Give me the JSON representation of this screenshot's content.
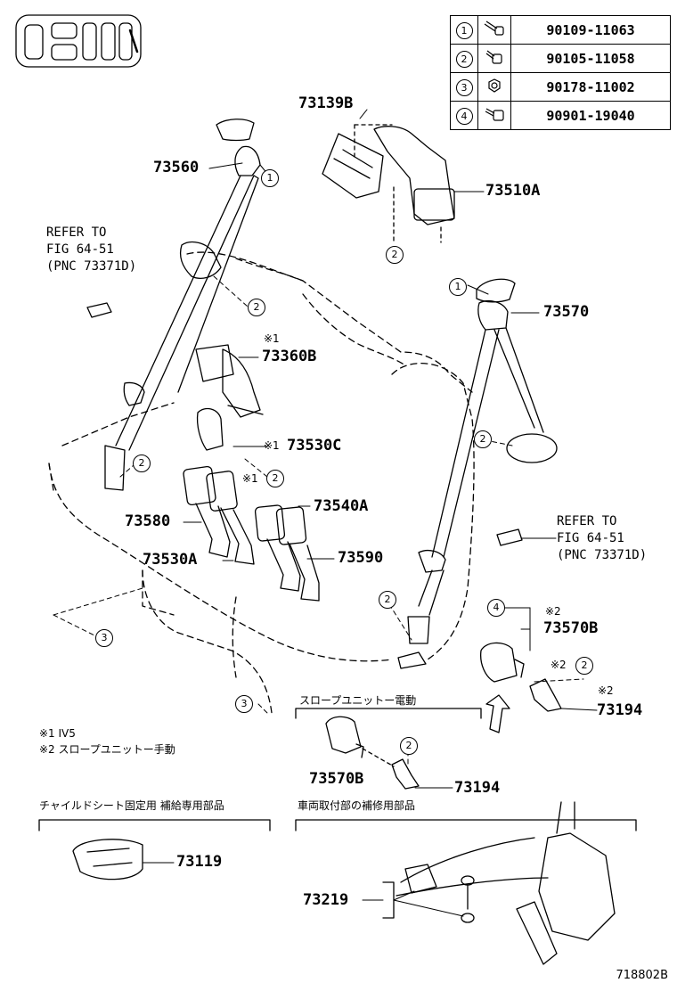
{
  "legend": [
    {
      "num": "1",
      "part_no": "90109-11063",
      "icon": "bolt-icon"
    },
    {
      "num": "2",
      "part_no": "90105-11058",
      "icon": "bolt-icon"
    },
    {
      "num": "3",
      "part_no": "90178-11002",
      "icon": "nut-icon"
    },
    {
      "num": "4",
      "part_no": "90901-19040",
      "icon": "bolt-icon"
    }
  ],
  "labels": {
    "p73139B": "73139B",
    "p73560": "73560",
    "p73510A": "73510A",
    "p73570": "73570",
    "p73360B": "73360B",
    "p73530C": "73530C",
    "p73580": "73580",
    "p73540A": "73540A",
    "p73530A": "73530A",
    "p73590": "73590",
    "p73570B_right": "73570B",
    "p73194_right": "73194",
    "p73570B_lower": "73570B",
    "p73194_lower": "73194",
    "p73119": "73119",
    "p73219": "73219"
  },
  "refer_left": [
    "REFER TO",
    "FIG 64-51",
    "(PNC 73371D)"
  ],
  "refer_right": [
    "REFER TO",
    "FIG 64-51",
    "(PNC 73371D)"
  ],
  "marks": {
    "m1_73360B": "※1",
    "m1_73530C": "※1",
    "m1_73580": "※1",
    "m2_73570B": "※2",
    "m2_bolt": "※2",
    "m2_73194": "※2"
  },
  "callouts": {
    "c1_top": "1",
    "c1_right": "1",
    "c2_upper": "2",
    "c2_left": "2",
    "c2_mid": "2",
    "c2_lower_left": "2",
    "c2_right_belt": "2",
    "c2_right_anchor": "2",
    "c2_bolt": "2",
    "c2_slope": "2",
    "c3_left": "3",
    "c3_bottom": "3",
    "c4": "4"
  },
  "notes": {
    "note1": "※1  IV5",
    "note2": "※2 スロープユニットー手動",
    "slope_electric": "スロープユニットー電動",
    "child_seat": "チャイルドシート固定用  補給専用部品",
    "vehicle_repair": "車両取付部の補修用部品"
  },
  "diagram_no": "718802B"
}
